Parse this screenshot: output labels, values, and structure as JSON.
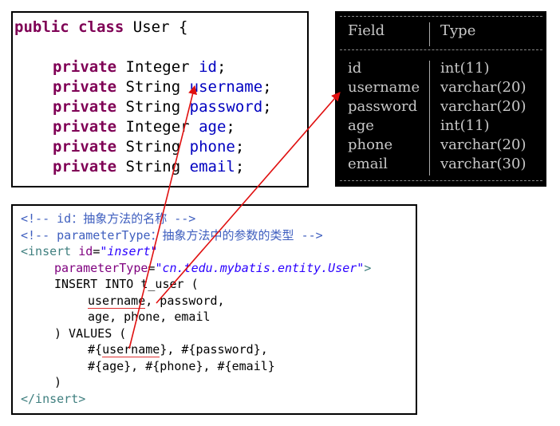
{
  "java_class": {
    "header": [
      "public",
      "class",
      "User",
      "{"
    ],
    "fields": [
      {
        "modifier": "private",
        "type": "Integer",
        "name": "id"
      },
      {
        "modifier": "private",
        "type": "String",
        "name": "username"
      },
      {
        "modifier": "private",
        "type": "String",
        "name": "password"
      },
      {
        "modifier": "private",
        "type": "Integer",
        "name": "age"
      },
      {
        "modifier": "private",
        "type": "String",
        "name": "phone"
      },
      {
        "modifier": "private",
        "type": "String",
        "name": "email"
      }
    ]
  },
  "db_table": {
    "headers": [
      "Field",
      "Type"
    ],
    "rows": [
      [
        "id",
        "int(11)"
      ],
      [
        "username",
        "varchar(20)"
      ],
      [
        "password",
        "varchar(20)"
      ],
      [
        "age",
        "int(11)"
      ],
      [
        "phone",
        "varchar(20)"
      ],
      [
        "email",
        "varchar(30)"
      ]
    ]
  },
  "xml_mapper": {
    "comment1": "<!-- id：抽象方法的名称 -->",
    "comment2": "<!-- parameterType：抽象方法中的参数的类型 -->",
    "insert_open": "<insert",
    "attr_id": "id",
    "eq": "=",
    "id_value": "\"insert\"",
    "attr_param": "parameterType",
    "param_value": "\"cn.tedu.mybatis.entity.User\"",
    "tag_close": ">",
    "sql1": "INSERT INTO t_user (",
    "sql2a": "username",
    "sql2b": ", password,",
    "sql3": "age, phone, email",
    "sql4": ") VALUES (",
    "sql5a": "#{",
    "sql5b": "username",
    "sql5c": "}, #{password},",
    "sql6": "#{age}, #{phone}, #{email}",
    "sql7": ")",
    "insert_close": "</insert>"
  },
  "colors": {
    "keyword": "#7f0055",
    "field": "#0000c0",
    "comment": "#3f5fbf",
    "arrow": "#e01010"
  }
}
